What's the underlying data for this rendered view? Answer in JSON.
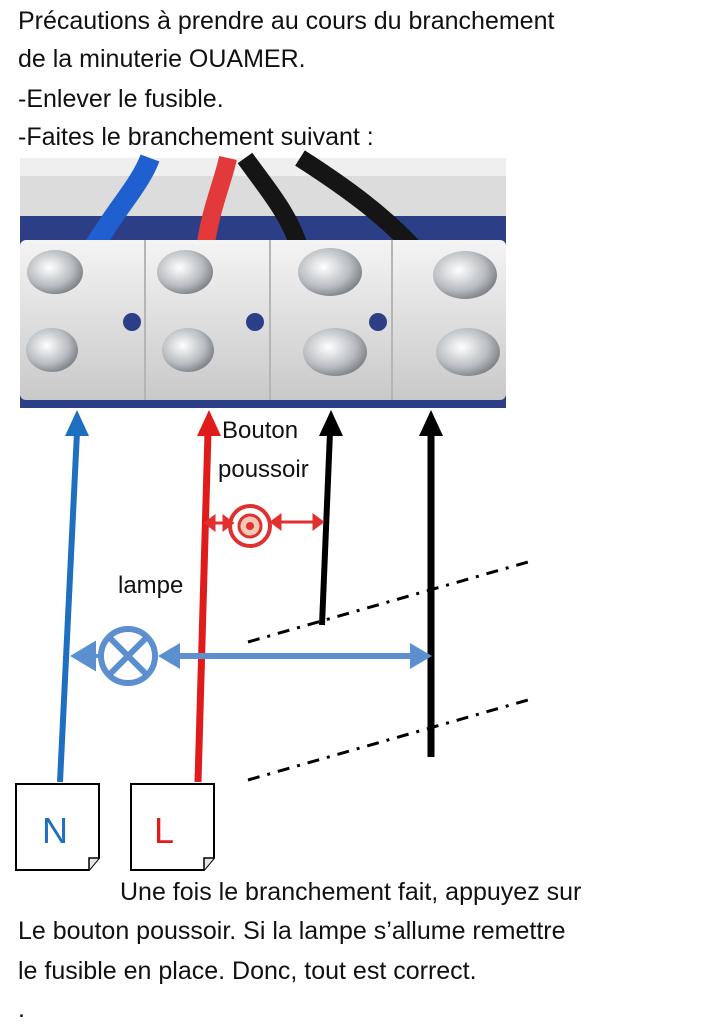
{
  "intro": {
    "line1": "Précautions à prendre au cours du branchement",
    "line2": "de la minuterie OUAMER.",
    "line3": "-Enlever le fusible.",
    "line4": "-Faites le branchement suivant :"
  },
  "diagram": {
    "label_button_line1": "Bouton",
    "label_button_line2": "poussoir",
    "label_lamp": "lampe",
    "box_neutral": "N",
    "box_live": "L",
    "colors": {
      "neutral_wire": "#1f6fc0",
      "live_wire": "#e01b1b",
      "switched_wire": "#000000",
      "lamp_link": "#5b8fd0",
      "button": "#e03030"
    },
    "icons": [
      "terminal-block-photo",
      "push-button-icon",
      "lamp-icon"
    ]
  },
  "outro": {
    "line1": "Une fois le branchement fait, appuyez sur",
    "line2": "Le bouton poussoir. Si la lampe s’allume remettre",
    "line3": "le fusible en place. Donc, tout est correct.",
    "line4": "."
  }
}
